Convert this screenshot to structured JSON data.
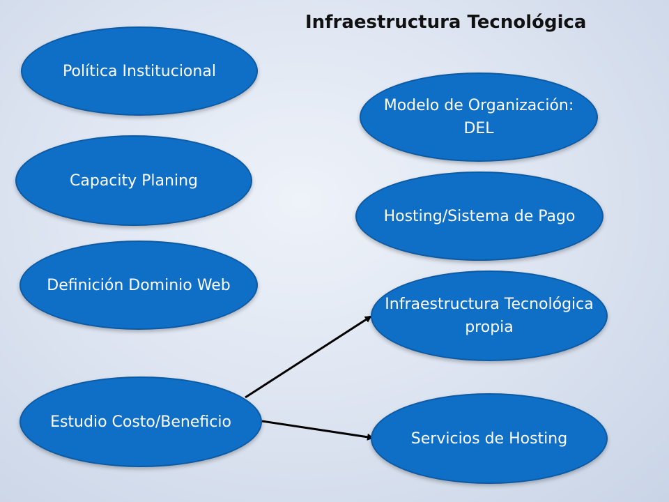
{
  "title": "Infraestructura Tecnológica",
  "nodes": {
    "politica": "Política Institucional",
    "capacity": "Capacity Planing",
    "dominio": "Definición Dominio Web",
    "estudio": "Estudio Costo/Beneficio",
    "modelo": "Modelo de Organización: DEL",
    "hosting_pago": "Hosting/Sistema de Pago",
    "infra_propia": "Infraestructura Tecnológica propia",
    "servicios": "Servicios de Hosting"
  },
  "colors": {
    "node_fill": "#0f6fc6",
    "node_text": "#ffffff",
    "arrow": "#000000"
  }
}
